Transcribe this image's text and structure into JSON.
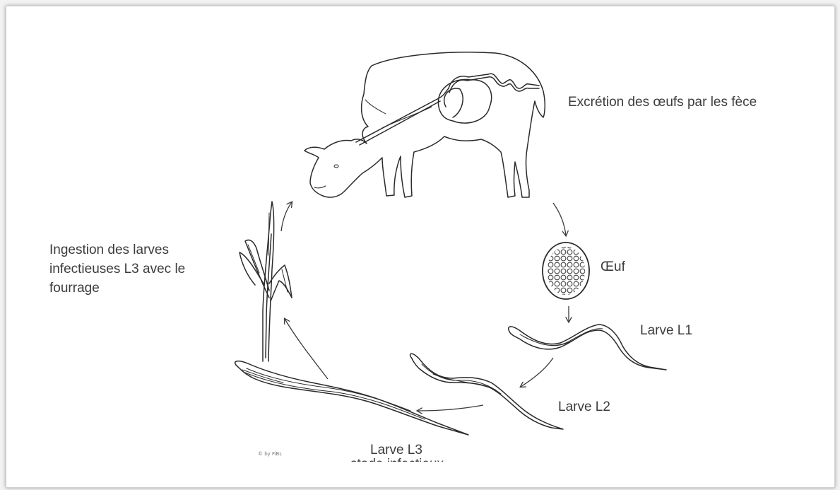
{
  "labels": {
    "excretion": "Excrétion des œufs par les fèce",
    "ingestion": "Ingestion des larves infectieuses L3 avec le fourrage",
    "oeuf": "Œuf",
    "larve_l1": "Larve L1",
    "larve_l2": "Larve L2",
    "larve_l3": "Larve L3",
    "larve_l3_cut": "stade infectieux",
    "credit": "© by FiBL"
  }
}
